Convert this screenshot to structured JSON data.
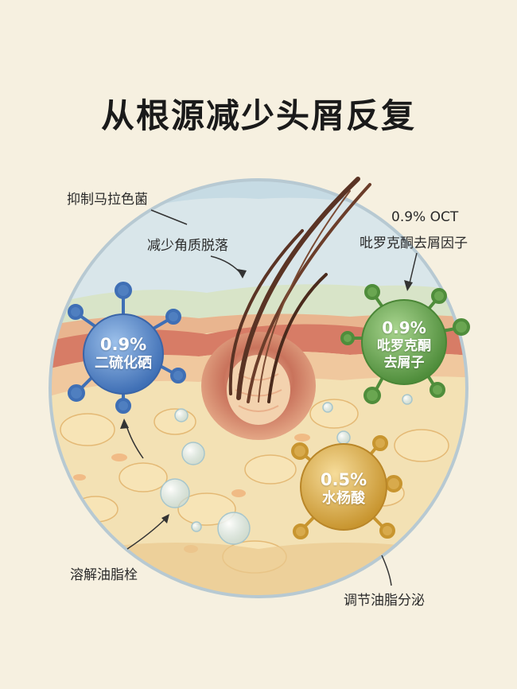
{
  "title": "从根源减少头屑反复",
  "labels": {
    "malassezia": "抑制马拉色菌",
    "keratin": "减少角质脱落",
    "sebum_plug": "溶解油脂栓",
    "sebum_control": "调节油脂分泌",
    "oct_line1": "0.9% OCT",
    "oct_line2": "吡罗克酮去屑因子"
  },
  "molecules": {
    "selenium": {
      "line1": "0.9%",
      "line2": "二硫化硒",
      "color": "#4f7fc0"
    },
    "oct": {
      "line1": "0.9%",
      "line2": "吡罗克酮",
      "line3": "去屑子",
      "color": "#6aa651"
    },
    "salicylic": {
      "line1": "0.5%",
      "line2": "水杨酸",
      "color": "#d8aa4c"
    }
  },
  "colors": {
    "background": "#f6f0e0",
    "skin_top": "#cfe0e8",
    "skin_red": "#d77c66",
    "fat": "#f2d9a8",
    "hair": "#5a3324"
  }
}
